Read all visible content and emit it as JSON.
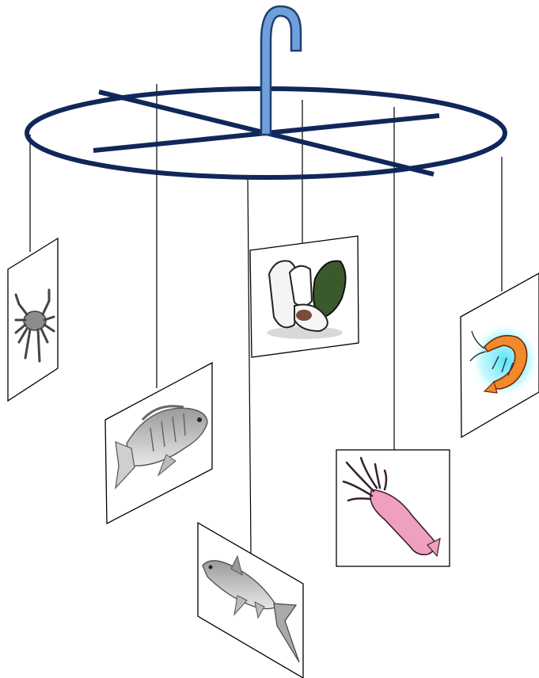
{
  "scene": {
    "hook": {
      "icon": "hook-icon"
    },
    "ring": {
      "icon": "mobile-ring"
    },
    "cards": [
      {
        "name": "crab-card",
        "icon": "crab-icon"
      },
      {
        "name": "tilapia-card",
        "icon": "fish-icon"
      },
      {
        "name": "milkfish-card",
        "icon": "fish-icon"
      },
      {
        "name": "mussel-card",
        "icon": "mussel-icon"
      },
      {
        "name": "squid-card",
        "icon": "squid-icon"
      },
      {
        "name": "shrimp-card",
        "icon": "shrimp-icon"
      }
    ]
  },
  "colors": {
    "ring": "#10275a",
    "hook": "#6fa0dc",
    "hook_outline": "#1f3f74",
    "card_border": "#000000",
    "string": "#000000",
    "shrimp_glow": "#3fe0f5",
    "shrimp_body": "#f08a2a",
    "squid_body": "#ef9fbf",
    "mussel_shell": "#3b5a2b"
  }
}
